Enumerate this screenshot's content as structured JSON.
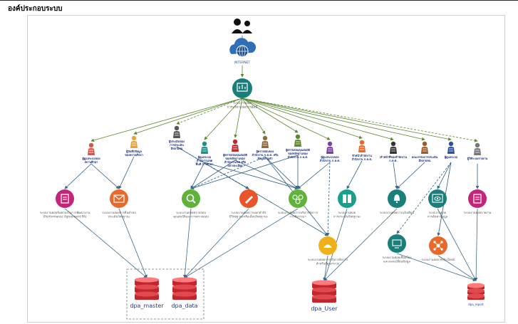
{
  "header": {
    "title": "องค์ประกอบระบบ"
  },
  "internet": {
    "label": "INTERNET"
  },
  "hub": {
    "label_lines": [
      "ระบบงานย่อย",
      "การบริหารจัดการสิทธิ์"
    ]
  },
  "users": [
    {
      "lines": [
        "ผู้ดูแลระบบของ",
        "สถานศึกษา"
      ]
    },
    {
      "lines": [
        "ผู้บันทึกข้อมูล",
        "ของสถานศึกษา"
      ]
    },
    {
      "lines": [
        "ผู้ประเมินของ",
        "การประเมิน",
        "มีหลายหน"
      ]
    },
    {
      "lines": [
        "ผู้ดูแลระบบ",
        "สำนักงานเขต",
        "พื้นที่ การศึกษา"
      ]
    },
    {
      "lines": [
        "ผู้ตรวจสอบคุณสมบัติ",
        "ของหลักฐานของ",
        "สำนักงานเขต หรือ",
        "อย่างละเอียด"
      ]
    },
    {
      "lines": [
        "ผู้ตรวจสอบของ",
        "สำนักงาน ก.ค.ศ. หรือ",
        "ข้อมูลส่วนตัว"
      ]
    },
    {
      "lines": [
        "ผู้ตรวจสอบคุณสมบัติ",
        "ของหลักฐานของ",
        "สำนักงาน ก.ค.ศ."
      ]
    },
    {
      "lines": [
        "ผู้ดูแลระบบของ",
        "สำนักงาน ก.ค.ศ."
      ]
    },
    {
      "lines": [
        "หัวหน้าสำนักงาน",
        "สำนักงาน ก.ค.ศ."
      ]
    },
    {
      "lines": [
        "เจ้าหน้าที่ของสำนักงาน",
        "ก.ค.ศ."
      ]
    },
    {
      "lines": [
        "คณะกรรมการประเมิน",
        "มีหลายหน"
      ]
    },
    {
      "lines": [
        "ผู้ดูแลระบบ"
      ]
    },
    {
      "lines": [
        "ผู้ใช้ระบบรายงาน"
      ]
    }
  ],
  "modules": [
    {
      "lines": [
        "ระบบงานย่อยข้อตกลงในการพัฒนางาน",
        "(Performance Agreement:PA)"
      ]
    },
    {
      "lines": [
        "ระบบงานย่อยการยื่นคำขอ",
        "ประเมินวิทยฐานะ"
      ]
    },
    {
      "lines": [
        "ระบบงานย่อยตรวจสอบ",
        "คุณสมบัติและการตรวจสอบ"
      ]
    },
    {
      "lines": [
        "ระบบงานย่อยการออกคำสั่ง",
        "มีวิทยฐานะหรือเลื่อนวิทยฐานะ"
      ]
    },
    {
      "lines": [
        "ระบบงานย่อยการบริหารจัดการ",
        "การพิจารณา"
      ]
    },
    {
      "lines": [
        "ระบบงานย่อย",
        "การประเมินวิทยฐานะ"
      ]
    },
    {
      "lines": [
        "ระบบงานย่อยการแจ้งเตือน"
      ]
    },
    {
      "lines": [
        "ระบบงานย่อย",
        "การค้นหาข้อมูล"
      ]
    },
    {
      "lines": [
        "ระบบงานย่อยรายงาน"
      ]
    },
    {
      "lines": [
        "ระบบงานย่อยการบริหารจัดการ",
        "สำหรับผู้ดูแลระบบ"
      ]
    },
    {
      "lines": [
        "ระบบงานย่อยเชื่อมโยง",
        "และแลกเปลี่ยนข้อมูล"
      ]
    },
    {
      "lines": [
        "ระบบงานย่อย Help Desk"
      ]
    }
  ],
  "databases": [
    {
      "label": "dpa_master"
    },
    {
      "label": "dpa_data"
    },
    {
      "label": "dpa_User"
    },
    {
      "label": "dpa_report"
    }
  ],
  "colors": {
    "user_line": "#5b8a2e",
    "db_line": "#3c6a8a",
    "hub": "#1a7f7a",
    "db": "#c0262c",
    "db_label": "#1f3f8f"
  }
}
